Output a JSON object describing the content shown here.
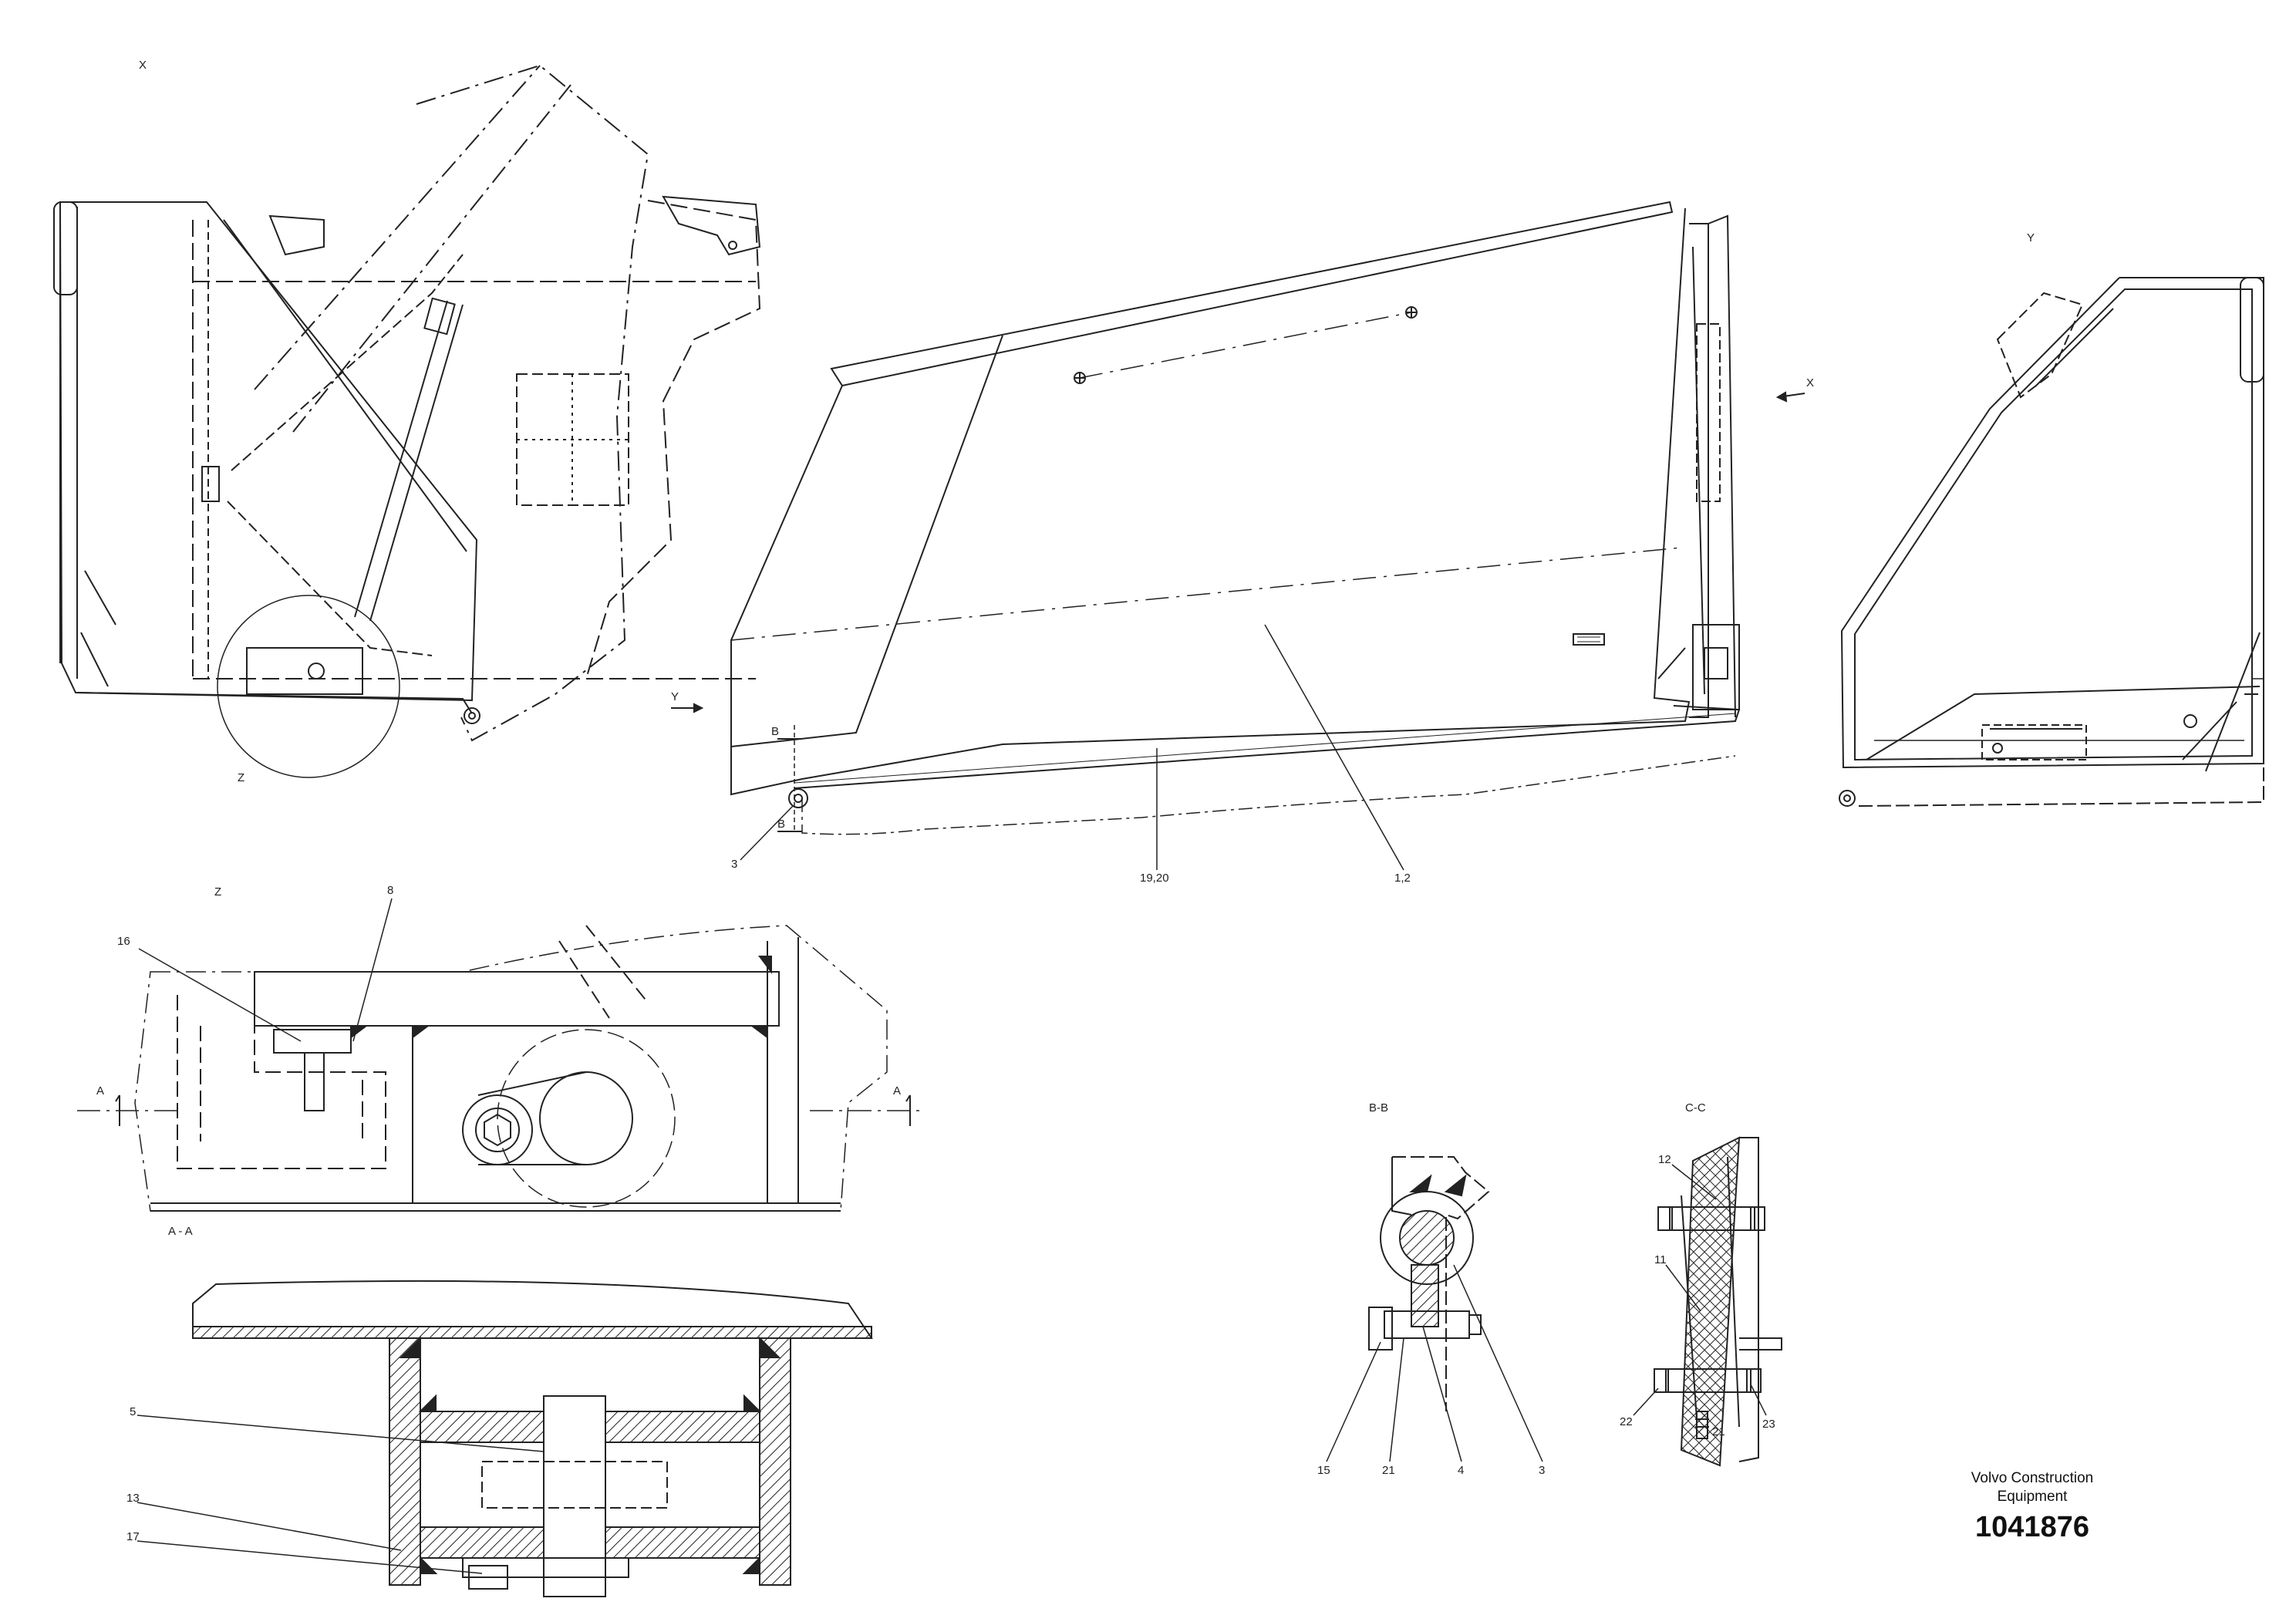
{
  "views": {
    "x": "X",
    "y": "Y",
    "z_top": "Z",
    "z_detail": "Z",
    "section_aa": "A - A",
    "section_bb": "B-B",
    "section_cc": "C-C",
    "arrow_x": "X",
    "arrow_y": "Y",
    "cut_a_left": "A",
    "cut_a_right": "A",
    "cut_b_top": "B",
    "cut_b_bottom": "B"
  },
  "callouts": {
    "c3_main": "3",
    "c19_20": "19,20",
    "c1_2": "1,2",
    "c16": "16",
    "c8": "8",
    "c5": "5",
    "c13": "13",
    "c17": "17",
    "c15": "15",
    "c21_bb": "21",
    "c4": "4",
    "c3_bb": "3",
    "c12": "12",
    "c11": "11",
    "c22": "22",
    "c21_cc": "21",
    "c23": "23"
  },
  "title_block": {
    "line1": "Volvo Construction",
    "line2": "Equipment",
    "number": "1041876"
  }
}
